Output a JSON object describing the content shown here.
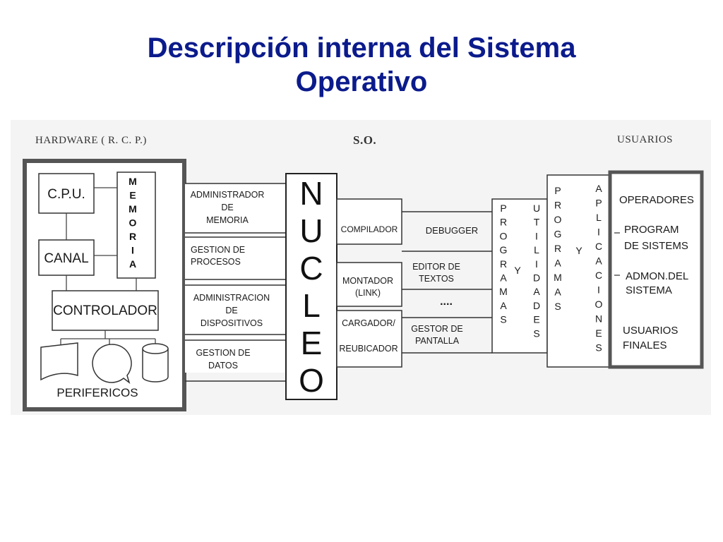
{
  "title": {
    "line1": "Descripción interna del Sistema",
    "line2": "Operativo"
  },
  "headers": {
    "hardware": "HARDWARE ( R. C. P.)",
    "so": "S.O.",
    "usuarios": "USUARIOS"
  },
  "hardware": {
    "cpu": "C.P.U.",
    "memoria": [
      "M",
      "E",
      "M",
      "O",
      "R",
      "I",
      "A"
    ],
    "canal": "CANAL",
    "controlador": "CONTROLADOR",
    "perifericos": "PERIFERICOS"
  },
  "admin": {
    "memoria": [
      "ADMINISTRADOR",
      "DE",
      "MEMORIA"
    ],
    "procesos": [
      "GESTION DE",
      "PROCESOS"
    ],
    "dispositivos": [
      "ADMINISTRACION",
      "DE",
      "DISPOSITIVOS"
    ],
    "datos": [
      "GESTION DE",
      "DATOS"
    ]
  },
  "nucleo": [
    "N",
    "U",
    "C",
    "L",
    "E",
    "O"
  ],
  "tools": {
    "compilador": "COMPILADOR",
    "montador": [
      "MONTADOR",
      "(LINK)"
    ],
    "cargador": [
      "CARGADOR/",
      "REUBICADOR"
    ],
    "debugger": "DEBUGGER",
    "editor": [
      "EDITOR DE",
      "TEXTOS"
    ],
    "dots": "....",
    "gestor": [
      "GESTOR DE",
      "PANTALLA"
    ]
  },
  "programas_utilidades": {
    "programas": [
      "P",
      "R",
      "O",
      "G",
      "R",
      "A",
      "M",
      "A",
      "S"
    ],
    "y": "Y",
    "utilidades": [
      "U",
      "T",
      "I",
      "L",
      "I",
      "D",
      "A",
      "D",
      "E",
      "S"
    ]
  },
  "programas_aplicaciones": {
    "programas": [
      "P",
      "R",
      "O",
      "G",
      "R",
      "A",
      "M",
      "A",
      "S"
    ],
    "y": "Y",
    "aplicaciones": [
      "A",
      "P",
      "L",
      "I",
      "C",
      "A",
      "C",
      "I",
      "O",
      "N",
      "E",
      "S"
    ]
  },
  "usuarios": {
    "operadores": "OPERADORES",
    "program": [
      "PROGRAM",
      "DE SISTEMS"
    ],
    "admon": [
      "ADMON.DEL",
      "SISTEMA"
    ],
    "finales": [
      "USUARIOS",
      "FINALES"
    ]
  }
}
